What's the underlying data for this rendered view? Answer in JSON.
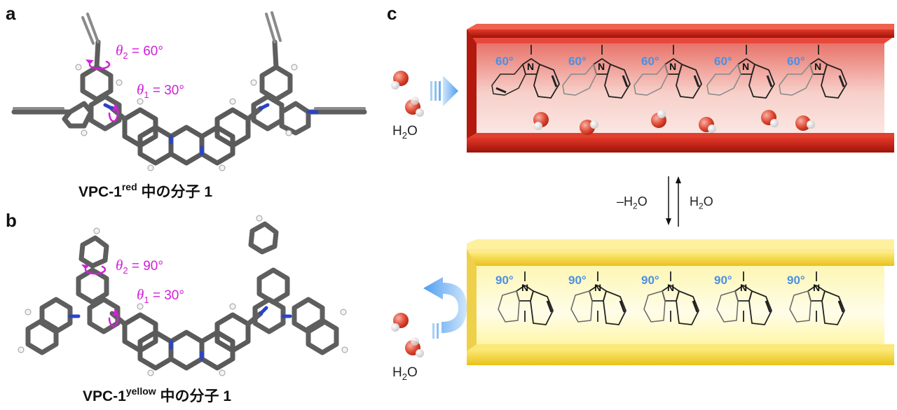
{
  "panels": {
    "a": {
      "letter": "a",
      "theta2": {
        "symbol": "θ",
        "sub": "2",
        "value": " = 60°"
      },
      "theta1": {
        "symbol": "θ",
        "sub": "1",
        "value": " = 30°"
      },
      "caption": {
        "main": "VPC-1",
        "sup": "red",
        "rest": " 中の分子 1"
      }
    },
    "b": {
      "letter": "b",
      "theta2": {
        "symbol": "θ",
        "sub": "2",
        "value": " = 90°"
      },
      "theta1": {
        "symbol": "θ",
        "sub": "1",
        "value": " = 30°"
      },
      "caption": {
        "main": "VPC-1",
        "sup": "yellow",
        "rest": " 中の分子 1"
      }
    },
    "c": {
      "letter": "c",
      "water_label": {
        "main": "H",
        "sub": "2",
        "rest": "O"
      },
      "equilibrium": {
        "forward": {
          "prefix": "–H",
          "sub": "2",
          "rest": "O"
        },
        "backward": {
          "prefix": "H",
          "sub": "2",
          "rest": "O"
        }
      },
      "red_channel_angles": [
        "60°",
        "60°",
        "60°",
        "60°",
        "60°"
      ],
      "yellow_channel_angles": [
        "90°",
        "90°",
        "90°",
        "90°",
        "90°"
      ],
      "atom_label": "N"
    }
  },
  "colors": {
    "theta": "#d020d8",
    "angle": "#4d8fe0",
    "red_channel": "#c81e10",
    "yellow_channel": "#f5dc3a",
    "arrow_blue": "#5aa8f0"
  }
}
